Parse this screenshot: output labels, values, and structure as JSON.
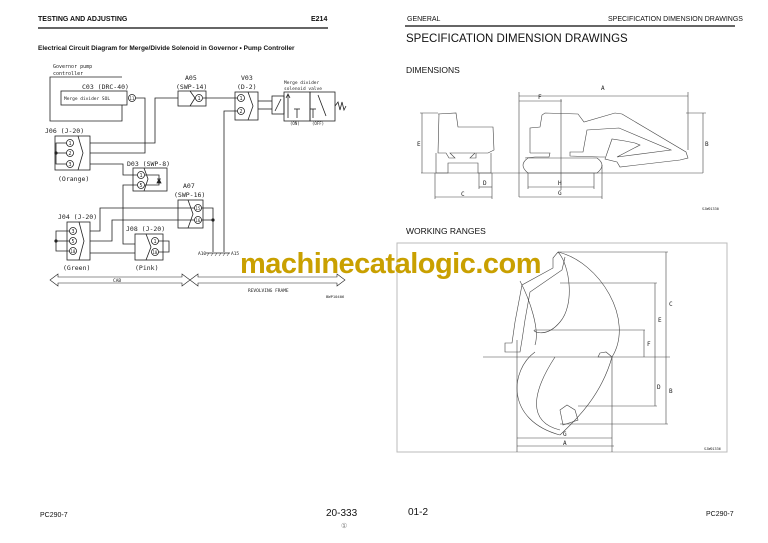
{
  "left_page": {
    "header_left": "TESTING AND ADJUSTING",
    "header_right": "E214",
    "subtitle": "Electrical Circuit Diagram for Merge/Divide Solenoid in Governor • Pump Controller",
    "diagram": {
      "controller_label_1": "Governor pump",
      "controller_label_2": "controller",
      "c03": "C03 (DRC-40)",
      "c03_inner": "Merge divider SOL",
      "a05_1": "A05",
      "a05_2": "(SWP-14)",
      "v03_1": "V03",
      "v03_2": "(D-2)",
      "valve_1": "Merge divider",
      "valve_2": "solenoid valve",
      "valve_on": "(ON)",
      "valve_off": "(OFF)",
      "j06": "J06 (J-20)",
      "j06_color": "(Orange)",
      "d03": "D03 (SWP-8)",
      "a07_1": "A07",
      "a07_2": "(SWP-16)",
      "j04": "J04 (J-20)",
      "j04_color": "(Green)",
      "j08": "J08 (J-20)",
      "j08_color": "(Pink)",
      "a10": "A10",
      "a15": "A15",
      "cab": "CAB",
      "frame": "REVOLVING FRAME",
      "fig_id": "BWP10406",
      "pins": {
        "p11": "11",
        "p1": "1",
        "p2": "2",
        "p3": "3",
        "p5": "5",
        "p10": "10",
        "p15": "15",
        "p16": "16"
      }
    },
    "footer_model": "PC290-7",
    "page_number": "20-333",
    "revision_mark": "①"
  },
  "right_page": {
    "header_left": "GENERAL",
    "header_right": "SPECIFICATION DIMENSION DRAWINGS",
    "title": "SPECIFICATION DIMENSION DRAWINGS",
    "section_dimensions": "DIMENSIONS",
    "dim_labels": {
      "A": "A",
      "B": "B",
      "C": "C",
      "D": "D",
      "E": "E",
      "F": "F",
      "G": "G",
      "H": "H"
    },
    "dim_fig_id": "SJW01330",
    "section_working": "WORKING RANGES",
    "work_fig_id": "SJW01336",
    "page_number": "01-2",
    "footer_model": "PC290-7"
  },
  "watermark": "machinecatalogic.com",
  "colors": {
    "watermark": "#c9a000",
    "rule": "#666666"
  }
}
